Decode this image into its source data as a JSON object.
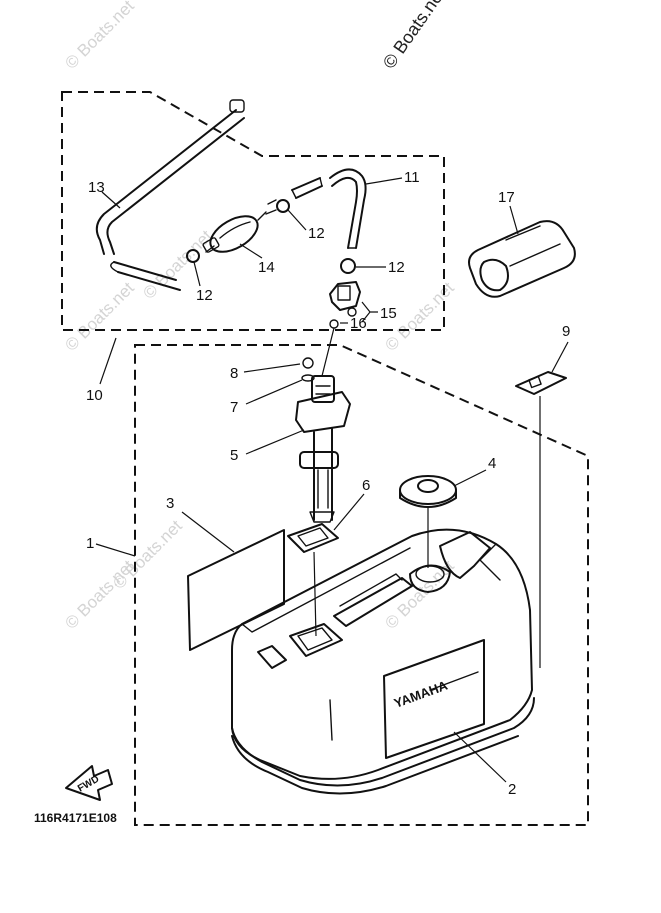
{
  "watermarks": [
    "© Boats.net",
    "© Boats.net",
    "© Boats.net",
    "© Boats.net",
    "© Boats.net",
    "© Boats.net",
    "© Boats.net",
    "© Boats.net"
  ],
  "callouts": {
    "c1": "1",
    "c2": "2",
    "c3": "3",
    "c4": "4",
    "c5": "5",
    "c6": "6",
    "c7": "7",
    "c8": "8",
    "c9": "9",
    "c10": "10",
    "c11": "11",
    "c12a": "12",
    "c12b": "12",
    "c12c": "12",
    "c13": "13",
    "c14": "14",
    "c15": "15",
    "c16": "16",
    "c17": "17"
  },
  "tank_brand": "YAMAHA",
  "fwd_label": "FWD",
  "drawing_code": "116R4171E108"
}
